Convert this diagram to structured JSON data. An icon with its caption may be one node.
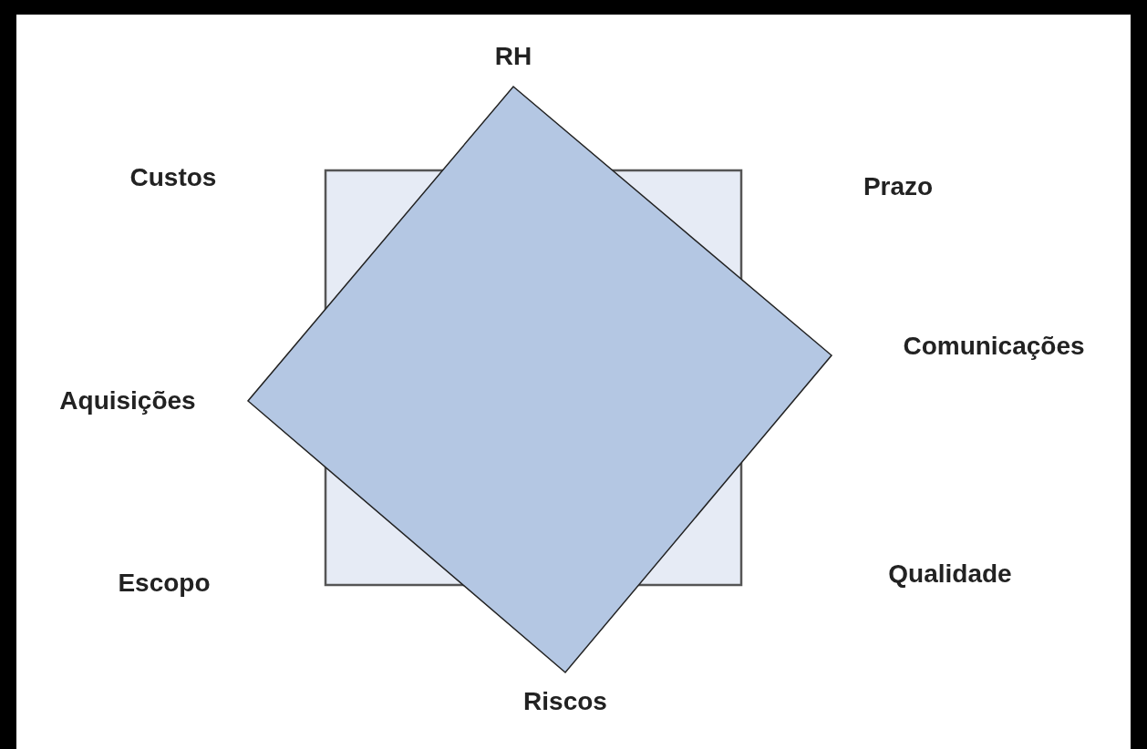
{
  "diagram": {
    "labels": [
      "RH",
      "Custos",
      "Prazo",
      "Aquisições",
      "Comunicações",
      "Escopo",
      "Qualidade",
      "Riscos"
    ]
  }
}
